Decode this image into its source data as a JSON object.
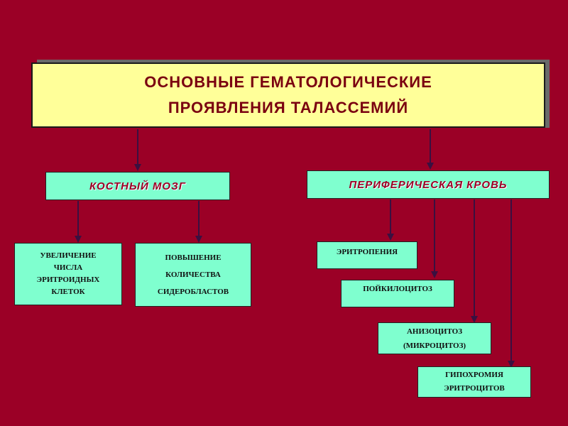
{
  "title": {
    "line1": "ОСНОВНЫЕ  ГЕМАТОЛОГИЧЕСКИЕ",
    "line2": "ПРОЯВЛЕНИЯ  ТАЛАССЕМИЙ"
  },
  "bone_marrow": {
    "label": "КОСТНЫЙ   МОЗГ",
    "items": [
      {
        "lines": [
          "УВЕЛИЧЕНИЕ",
          "ЧИСЛА",
          "ЭРИТРОИДНЫХ",
          "КЛЕТОК"
        ]
      },
      {
        "lines": [
          "ПОВЫШЕНИЕ",
          "КОЛИЧЕСТВА",
          "СИДЕРОБЛАСТОВ"
        ]
      }
    ]
  },
  "peripheral_blood": {
    "label": "ПЕРИФЕРИЧЕСКАЯ   КРОВЬ",
    "items": [
      {
        "lines": [
          "ЭРИТРОПЕНИЯ"
        ]
      },
      {
        "lines": [
          "ПОЙКИЛОЦИТОЗ"
        ]
      },
      {
        "lines": [
          "АНИЗОЦИТОЗ",
          "(МИКРОЦИТОЗ)"
        ]
      },
      {
        "lines": [
          "ГИПОХРОМИЯ",
          "ЭРИТРОЦИТОВ"
        ]
      }
    ]
  },
  "colors": {
    "background": "#9b0026",
    "title_fill": "#ffff99",
    "box_fill": "#7fffcf",
    "arrow": "#3a1040"
  }
}
